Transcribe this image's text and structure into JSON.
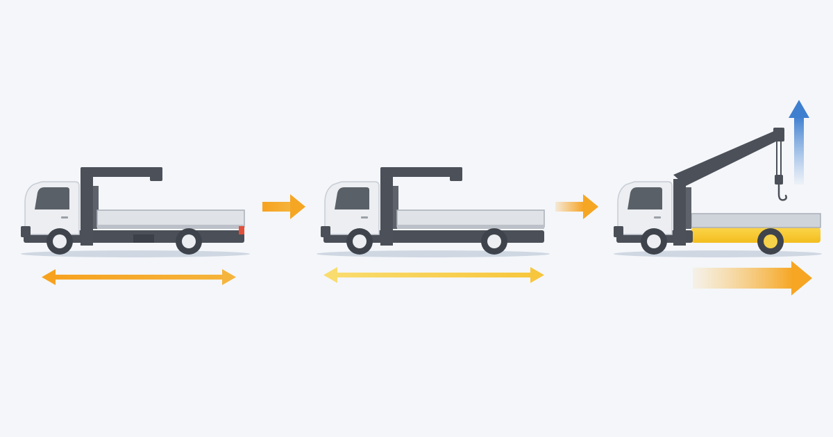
{
  "colors": {
    "background": "#f4f6f9",
    "truck_body": "#e6e8ec",
    "truck_dark": "#4a4f58",
    "crane": "#4b5059",
    "deck": "#dfe2e7",
    "shadow": "#cdd5e0",
    "orange": "#f5a623",
    "yellow": "#f7d35a",
    "accent_yellow": "#f6c630",
    "blue": "#3f7fd0",
    "tail_light": "#e0503a"
  },
  "steps": [
    {
      "id": "standard",
      "crane": "folded",
      "extended_deck": false,
      "length_arrow": {
        "style": "double",
        "color": "orange"
      }
    },
    {
      "id": "longer",
      "crane": "folded",
      "extended_deck": false,
      "length_arrow": {
        "style": "double",
        "color": "yellow"
      }
    },
    {
      "id": "extended",
      "crane": "raised",
      "extended_deck": true,
      "length_arrow": {
        "style": "forward",
        "color": "orange"
      },
      "lift_arrow": {
        "color": "blue"
      }
    }
  ],
  "transitions": [
    {
      "from": "standard",
      "to": "longer",
      "color": "orange"
    },
    {
      "from": "longer",
      "to": "extended",
      "color": "orange"
    }
  ]
}
